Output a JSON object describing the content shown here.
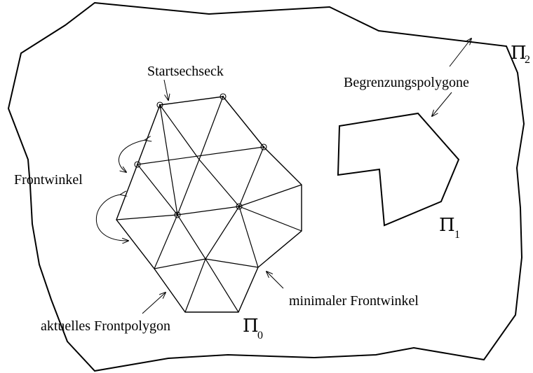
{
  "labels": {
    "start_hexagon": "Startsechseck",
    "boundary_polygons": "Begrenzungspolygone",
    "front_angle": "Frontwinkel",
    "minimal_front_angle": "minimaler Frontwinkel",
    "current_front_polygon": "aktuelles Frontpolygon"
  },
  "symbols": {
    "pi_symbol": "Π",
    "outer_boundary_index": "2",
    "inner_boundary_index": "1",
    "front_polygon_index": "0"
  }
}
